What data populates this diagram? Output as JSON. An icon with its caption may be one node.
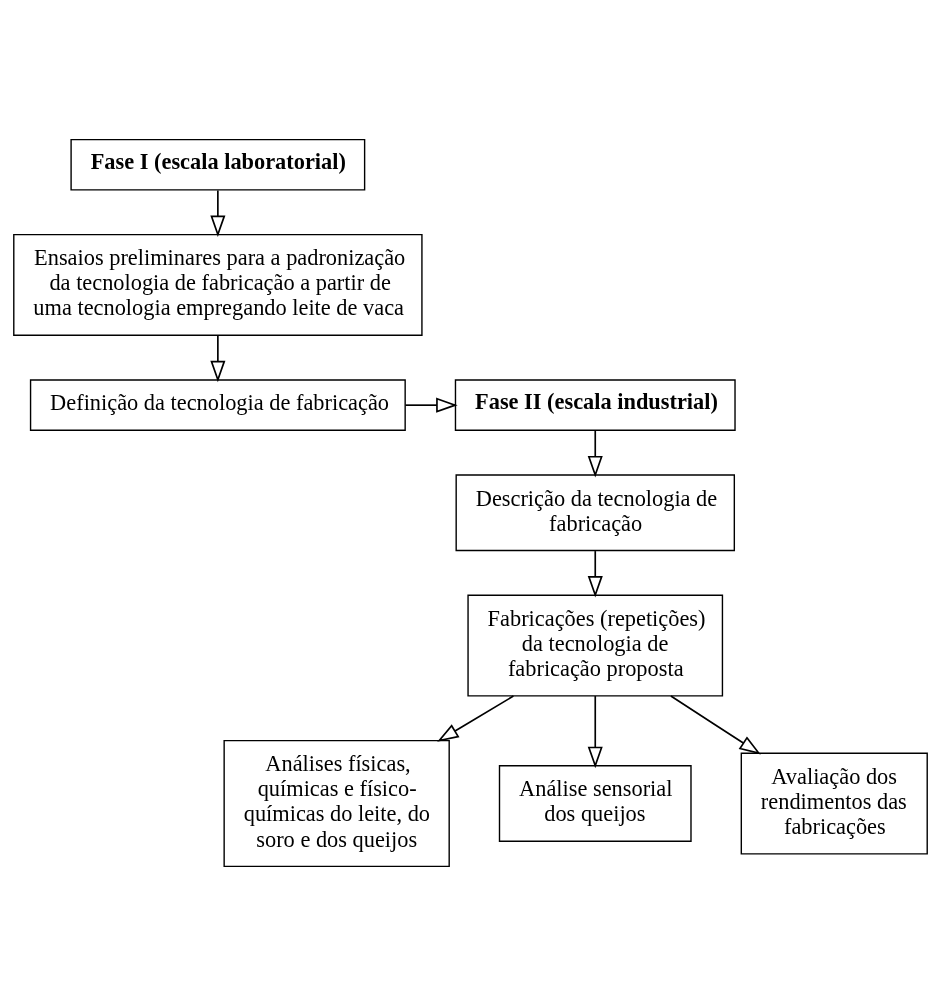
{
  "diagram": {
    "nodes": [
      {
        "text": [
          "Fase I (escala laboratorial)"
        ]
      },
      {
        "text": [
          "Ensaios preliminares para a padronização da tecnologia de fabricação a partir de uma tecnologia empregando leite de vaca"
        ]
      },
      {
        "text": [
          "Definição da tecnologia de fabricação"
        ]
      },
      {
        "text": [
          "Fase II (escala industrial)"
        ]
      },
      {
        "text": [
          "Descrição da tecnologia de fabricação"
        ]
      },
      {
        "text": [
          "Fabricações (repetições) da tecnologia de fabricação proposta"
        ]
      },
      {
        "text": [
          "Análises físicas, químicas e físico-químicas do leite, do soro e dos queijos"
        ]
      },
      {
        "text": [
          "Análise sensorial dos queijos"
        ]
      },
      {
        "text": [
          "Avaliação dos rendimentos das fabricações"
        ]
      }
    ],
    "edges": [
      {
        "from": 0,
        "to": 1,
        "arrow": "to"
      },
      {
        "from": 1,
        "to": 2,
        "arrow": "to"
      },
      {
        "from": 2,
        "to": 3,
        "arrow": "to"
      },
      {
        "from": 3,
        "to": 4,
        "arrow": "to"
      },
      {
        "from": 4,
        "to": 5,
        "arrow": "to"
      },
      {
        "from": 5,
        "to": 6,
        "arrow": "to"
      },
      {
        "from": 5,
        "to": 7,
        "arrow": "to"
      },
      {
        "from": 5,
        "to": 8,
        "arrow": "to"
      }
    ]
  }
}
